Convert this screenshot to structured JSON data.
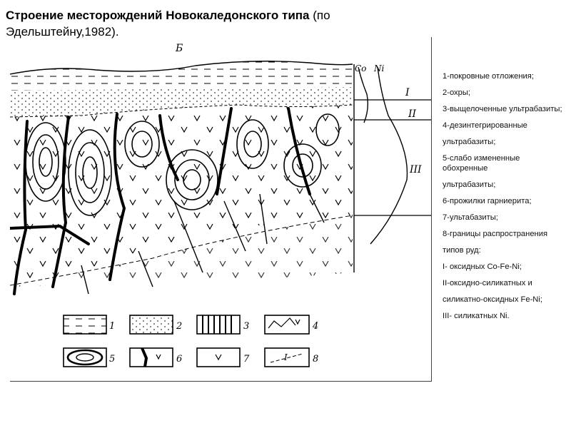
{
  "title": {
    "bold": "Строение месторождений Новокаледонского типа",
    "normal": " (по Эдельштейну,1982)."
  },
  "diagram": {
    "section_letter": "Б",
    "column_headers": [
      "Со",
      "Ni"
    ],
    "zones": [
      "I",
      "II",
      "III"
    ],
    "legend_numbers": [
      "1",
      "2",
      "3",
      "4",
      "5",
      "6",
      "7",
      "8"
    ],
    "legend_box_symbol": "I"
  },
  "legend": [
    "1-покровные отложения;",
    "2-охры;",
    "3-выщелоченные ультрабазиты;",
    "4-дезинтегрированные",
    "ультрабазиты;",
    "5-слабо измененные обохренные",
    "ультрабазиты;",
    "6-прожилки гарниерита;",
    "7-ультабазиты;",
    "8-границы распространения",
    " типов руд:",
    "I- оксидных Co-Fe-Ni;",
    "II-оксидно-силикатных и",
    " силикатно-оксидных Fe-Ni;",
    "III- силикатных Ni."
  ]
}
